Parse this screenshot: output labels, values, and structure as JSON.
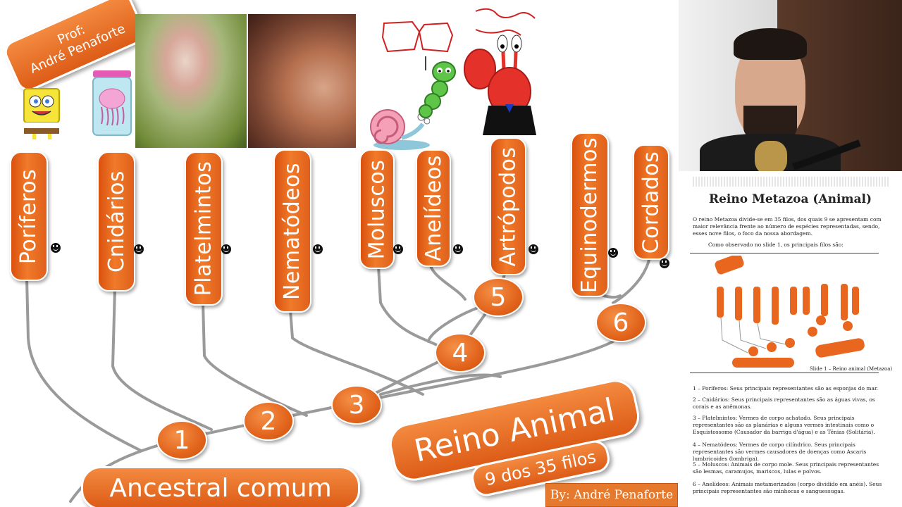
{
  "header": {
    "teacher_tag": "Prof:\nAndré Penaforte"
  },
  "phyla": [
    {
      "label": "Poríferos"
    },
    {
      "label": "Cnidários"
    },
    {
      "label": "Platelmintos"
    },
    {
      "label": "Nematódeos"
    },
    {
      "label": "Moluscos"
    },
    {
      "label": "Anelídeos"
    },
    {
      "label": "Artrópodos"
    },
    {
      "label": "Equinodermos"
    },
    {
      "label": "Cordados"
    }
  ],
  "nodes": [
    "1",
    "2",
    "3",
    "4",
    "5",
    "6"
  ],
  "root_label": "Ancestral comum",
  "kingdom": {
    "title": "Reino Animal",
    "subtitle": "9 dos 35 filos"
  },
  "credit": "By: André Penaforte",
  "colors": {
    "accent_orange": "#e8661e",
    "line_gray": "#9a9a9a",
    "credit_bg": "#e57a2e"
  },
  "document": {
    "title": "Reino Metazoa (Animal)",
    "intro": "O reino Metazoa divide-se em 35 filos, dos quais 9 se apresentam com maior relevância frente ao número de espécies representadas, sendo, esses nove filos, o foco da nossa abordagem.",
    "note": "Como observado no slide 1, os principais filos são:",
    "caption": "Slide 1 – Reino animal (Metazoa)",
    "items": [
      "1 – Poríferos: Seus principais representantes são as esponjas do mar.",
      "2 – Cnidários: Seus principais representantes são as águas vivas, os corais e as anêmonas.",
      "3 – Platelmintos: Vermes de corpo achatado. Seus principais representantes são as planárias e alguns vermes intestinais como o Esquistossomo (Causador da barriga d'água) e as Tênias (Solitária).",
      "4 – Nematódeos: Vermes de corpo cilíndrico. Seus principais representantes são vermes causadores de doenças como Ascaris lumbricoides (lombriga).",
      "5 – Moluscos: Animais de corpo mole. Seus principais representantes são lesmas, caramujos, mariscos, lulas e polvos.",
      "6 – Anelídeos: Animais metamerizados (corpo dividido em anéis). Seus principais representantes são minhocas e sanguessugas."
    ]
  }
}
